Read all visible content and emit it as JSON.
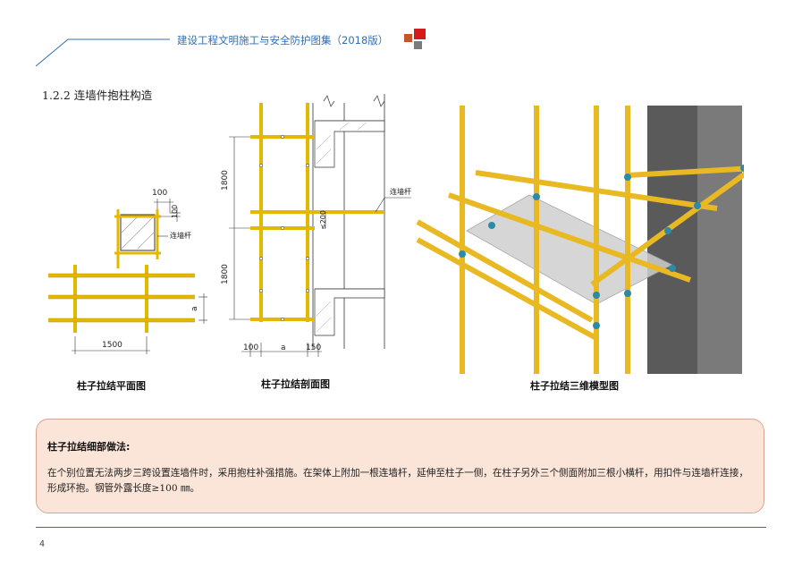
{
  "header": {
    "title": "建设工程文明施工与安全防护图集（2018版）",
    "colors": {
      "line": "#2f6db5",
      "square_orange": "#c8532b",
      "square_red": "#d51a1a",
      "square_gray": "#7a7a7a"
    }
  },
  "section": {
    "title": "1.2.2 连墙件抱柱构造"
  },
  "figure1": {
    "caption": "柱子拉结平面图",
    "dim_100_top": "100",
    "dim_100_side": "100",
    "label_tie": "连墙杆",
    "dim_a": "a",
    "dim_1500": "1500"
  },
  "figure2": {
    "caption": "柱子拉结剖面图",
    "label_tie": "连墙杆",
    "dim_1800_top": "1800",
    "dim_1800_bottom": "1800",
    "dim_200": "≤200",
    "dim_100": "100",
    "dim_a": "a",
    "dim_150": "150"
  },
  "figure3": {
    "caption": "柱子拉结三维模型图"
  },
  "note": {
    "title": "柱子拉结细部做法:",
    "body": "在个别位置无法两步三跨设置连墙件时，采用抱柱补强措施。在架体上附加一根连墙杆，延伸至柱子一侧，在柱子另外三个侧面附加三根小横杆，用扣件与连墙杆连接，形成环抱。钢管外露长度≥100 ㎜。"
  },
  "footer": {
    "page_number": "4"
  }
}
